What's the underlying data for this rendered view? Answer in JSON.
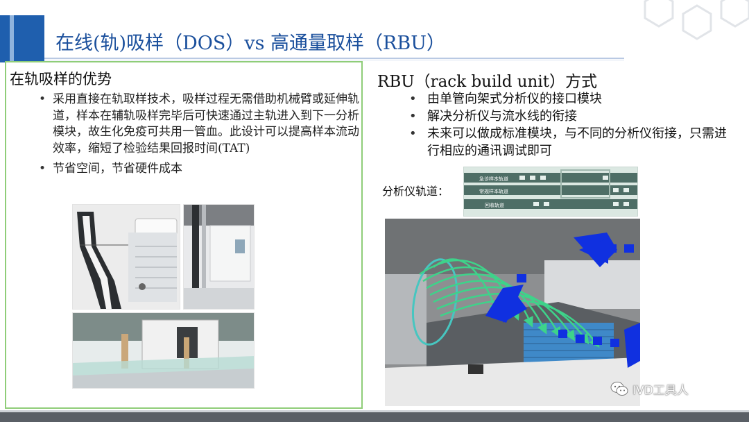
{
  "header": {
    "title": "在线(轨)吸样（DOS）vs 高通量取样（RBU）"
  },
  "left": {
    "heading": "在轨吸样的优势",
    "bullets": [
      "采用直接在轨取样技术，吸样过程无需借助机械臂或延伸轨道，样本在辅轨吸样完毕后可快速通过主轨进入到下一分析模块，故生化免疫可共用一管血。此设计可以提高样本流动效率，缩短了检验结果回报时间(TAT)",
      "节省空间，节省硬件成本"
    ]
  },
  "right": {
    "heading": "RBU（rack build unit）方式",
    "bullets": [
      "由单管向架式分析仪的接口模块",
      "解决分析仪与流水线的衔接",
      "未来可以做成标准模块，与不同的分析仪衔接，只需进行相应的通讯调试即可"
    ],
    "track_label": "分析仪轨道：",
    "track_lanes": [
      "急诊样本轨道",
      "常规样本轨道",
      "回收轨道"
    ]
  },
  "watermark": {
    "text": "IVD工具人"
  },
  "colors": {
    "title": "#1a4f9c",
    "accent_blue": "#1f5fae",
    "panel_border": "#8fcd78",
    "arrow_green": "#3ed38a",
    "arrow_blue": "#1030e0"
  }
}
